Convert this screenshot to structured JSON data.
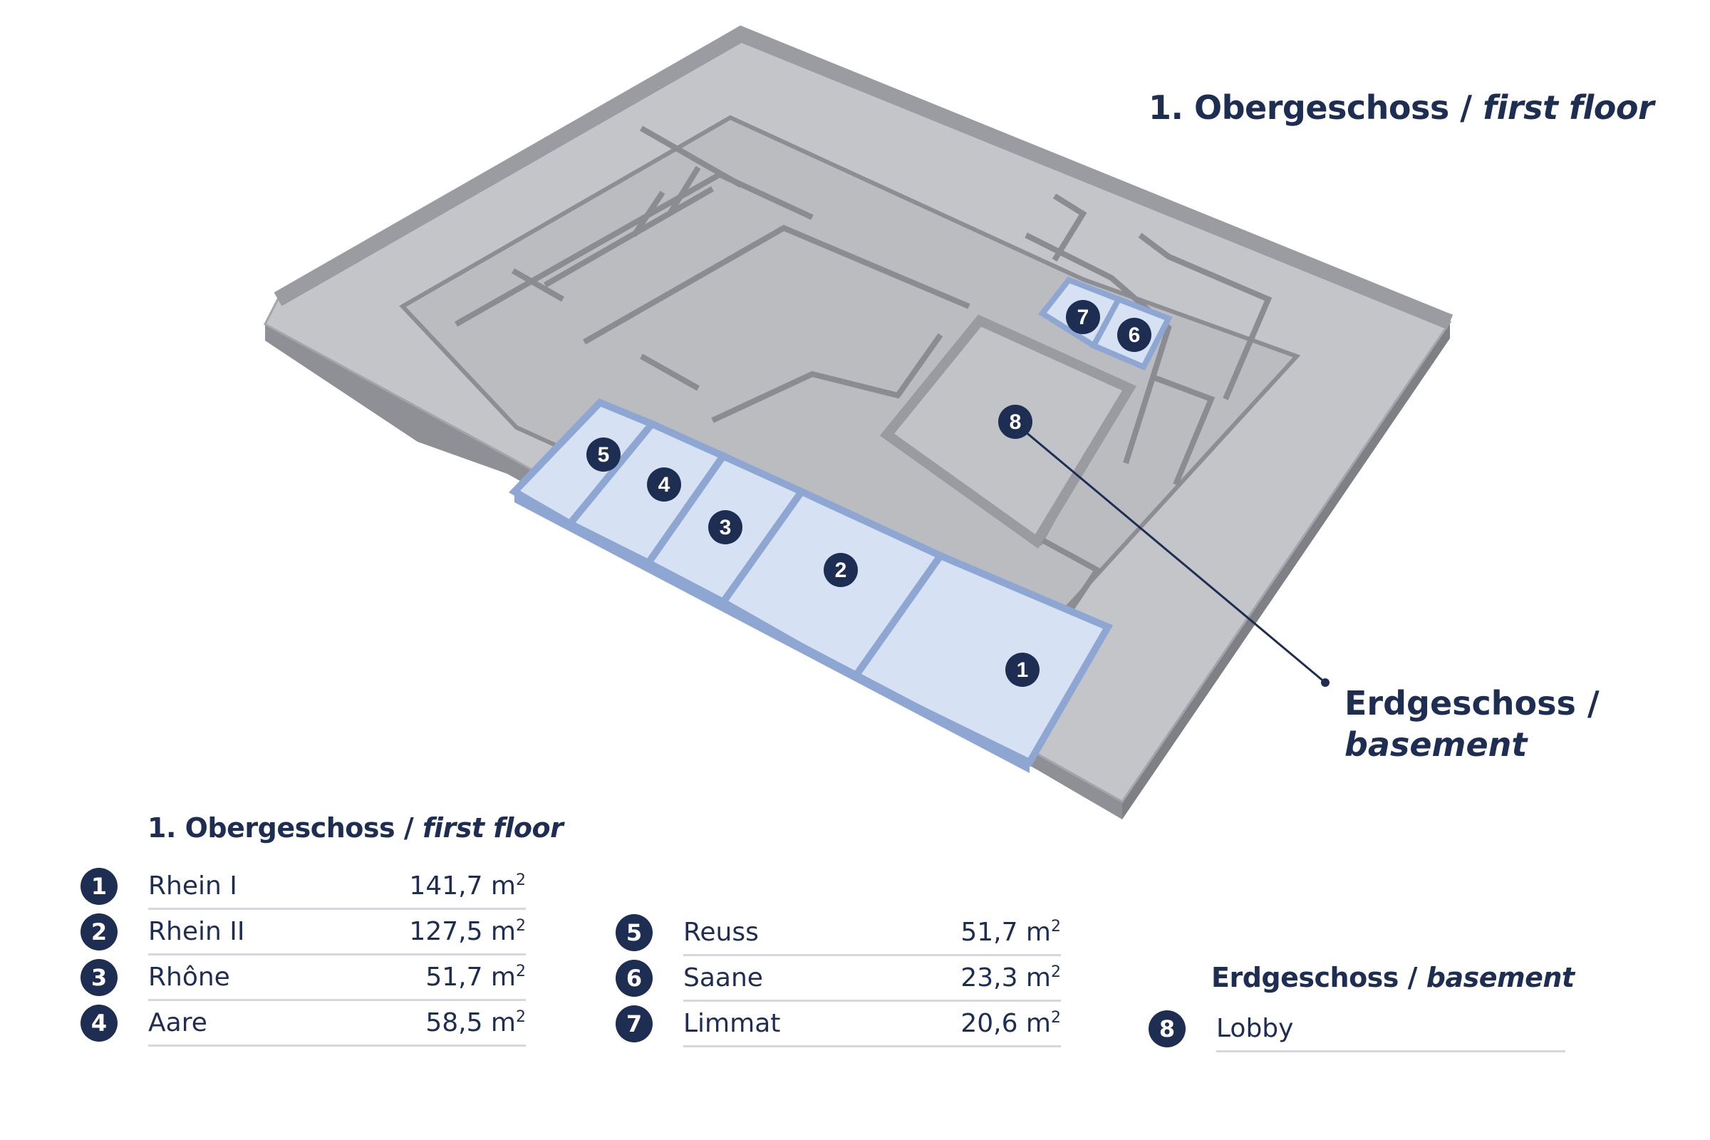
{
  "header": {
    "title_plain": "1. Obergeschoss / ",
    "title_italic": "first floor"
  },
  "callout": {
    "line1": "Erdgeschoss /",
    "line2": "basement"
  },
  "map_markers": [
    "1",
    "2",
    "3",
    "4",
    "5",
    "6",
    "7",
    "8"
  ],
  "legend_first_floor": {
    "title_plain": "1. Obergeschoss / ",
    "title_italic": "first floor",
    "col1": [
      {
        "num": "1",
        "name": "Rhein I",
        "area": "141,7 m",
        "unit_sup": "2"
      },
      {
        "num": "2",
        "name": "Rhein II",
        "area": "127,5 m",
        "unit_sup": "2"
      },
      {
        "num": "3",
        "name": "Rhône",
        "area": "51,7 m",
        "unit_sup": "2"
      },
      {
        "num": "4",
        "name": "Aare",
        "area": "58,5 m",
        "unit_sup": "2"
      }
    ],
    "col2": [
      {
        "num": "5",
        "name": "Reuss",
        "area": "51,7 m",
        "unit_sup": "2"
      },
      {
        "num": "6",
        "name": "Saane",
        "area": "23,3 m",
        "unit_sup": "2"
      },
      {
        "num": "7",
        "name": "Limmat",
        "area": "20,6 m",
        "unit_sup": "2"
      }
    ]
  },
  "legend_basement": {
    "title_plain": "Erdgeschoss / ",
    "title_italic": "basement",
    "items": [
      {
        "num": "8",
        "name": "Lobby"
      }
    ]
  },
  "colors": {
    "navy": "#1e2d52",
    "floor_gray": "#c4c5c9",
    "wall_gray": "#9a9ba0",
    "room_blue": "#d6e2f3",
    "room_wall_blue": "#8ea6d2",
    "rule_gray": "#d4d7de"
  }
}
